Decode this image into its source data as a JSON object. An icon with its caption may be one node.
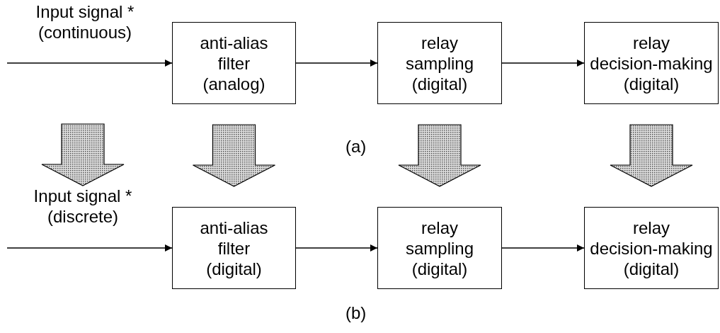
{
  "diagram": {
    "nodes": [
      {
        "text": [
          "Input signal * (continuous)"
        ]
      },
      {
        "text": [
          "anti-alias filter (analog)"
        ]
      },
      {
        "text": [
          "relay sampling (digital)"
        ]
      },
      {
        "text": [
          "relay decision-making (digital)"
        ]
      },
      {
        "text": [
          "Input signal * (discrete)"
        ]
      },
      {
        "text": [
          "anti-alias filter (digital)"
        ]
      },
      {
        "text": [
          "relay sampling (digital)"
        ]
      },
      {
        "text": [
          "relay decision-making (digital)"
        ]
      }
    ],
    "edges": [
      {
        "from": null,
        "to": 1,
        "arrow": "to"
      },
      {
        "from": 1,
        "to": 2,
        "arrow": "to"
      },
      {
        "from": 2,
        "to": 3,
        "arrow": "to"
      },
      {
        "from": null,
        "to": 5,
        "arrow": "to"
      },
      {
        "from": 5,
        "to": 6,
        "arrow": "to"
      },
      {
        "from": 6,
        "to": 7,
        "arrow": "to"
      },
      {
        "from": null,
        "to": 4,
        "arrow": "to",
        "style": "thick"
      },
      {
        "from": 1,
        "to": 5,
        "arrow": "to",
        "style": "thick"
      },
      {
        "from": 2,
        "to": 6,
        "arrow": "to",
        "style": "thick"
      },
      {
        "from": 3,
        "to": 7,
        "arrow": "to",
        "style": "thick"
      }
    ],
    "labels": [
      "(a)",
      "(b)"
    ]
  }
}
